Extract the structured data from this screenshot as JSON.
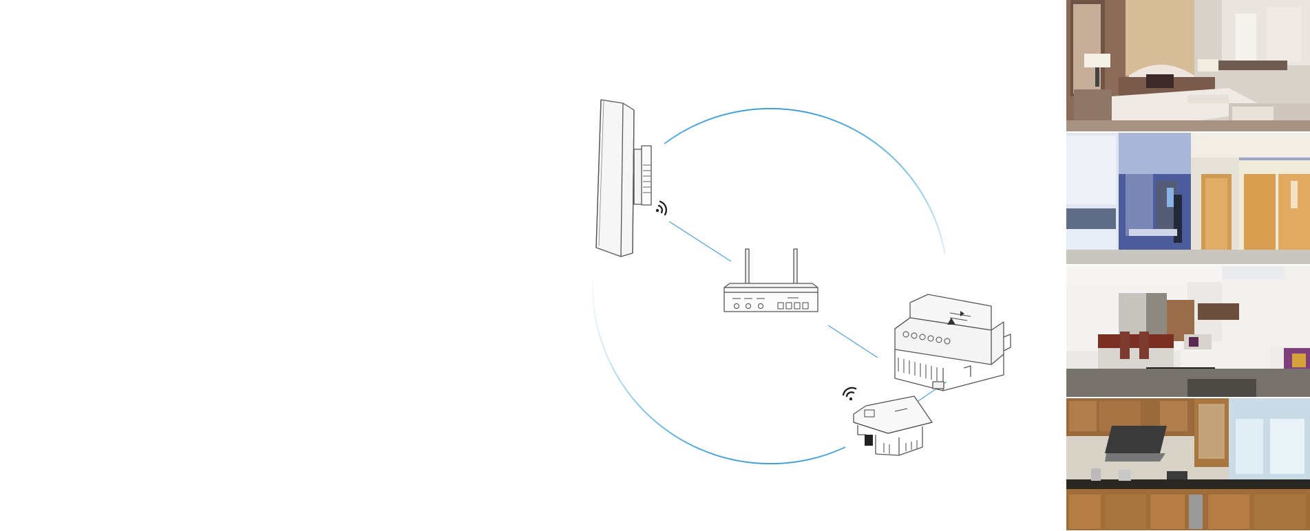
{
  "diagram": {
    "ring_color": "#3aa0dc",
    "link_color": "#4aa6dc",
    "line_art_color": "#555555",
    "devices": [
      {
        "name": "wall-touch-panel",
        "icon": "wall-panel-icon"
      },
      {
        "name": "wifi-router",
        "icon": "router-icon"
      },
      {
        "name": "din-rail-controller",
        "icon": "din-module-icon"
      },
      {
        "name": "in-wall-module",
        "icon": "in-wall-module-icon"
      }
    ],
    "signal_icons": [
      "wifi-signal-icon",
      "wifi-signal-icon"
    ]
  },
  "photos": [
    {
      "room": "bedroom",
      "icon": "bedroom-photo"
    },
    {
      "room": "dining-hall",
      "icon": "dining-hall-photo"
    },
    {
      "room": "living-room",
      "icon": "living-room-photo"
    },
    {
      "room": "kitchen",
      "icon": "kitchen-photo"
    }
  ]
}
